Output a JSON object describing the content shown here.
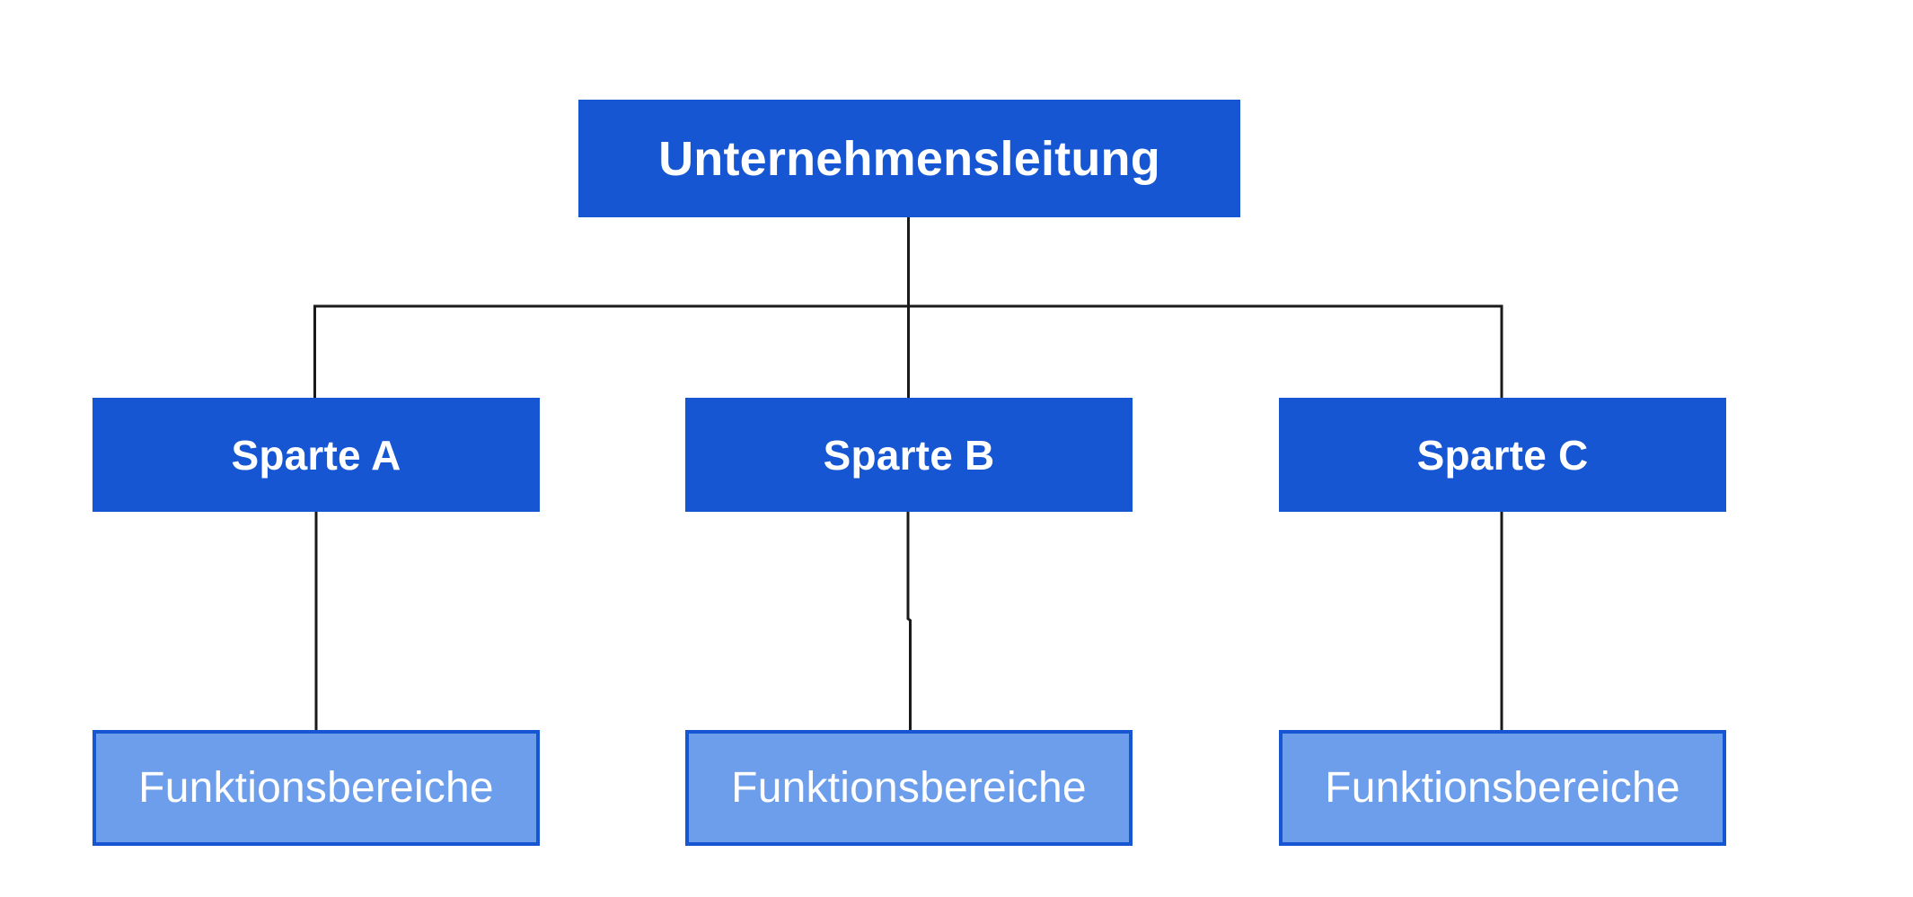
{
  "colors": {
    "background": "#ffffff",
    "box_fill_dark": "#1656d2",
    "box_fill_light": "#6d9eeb",
    "box_border": "#1656d2",
    "connector": "#1a1a1a",
    "text": "#ffffff"
  },
  "nodes": {
    "root": {
      "label": "Unternehmensleitung"
    },
    "divisions": [
      {
        "label": "Sparte A"
      },
      {
        "label": "Sparte B"
      },
      {
        "label": "Sparte C"
      }
    ],
    "functions": [
      {
        "label": "Funktionsbereiche"
      },
      {
        "label": "Funktionsbereiche"
      },
      {
        "label": "Funktionsbereiche"
      }
    ]
  }
}
